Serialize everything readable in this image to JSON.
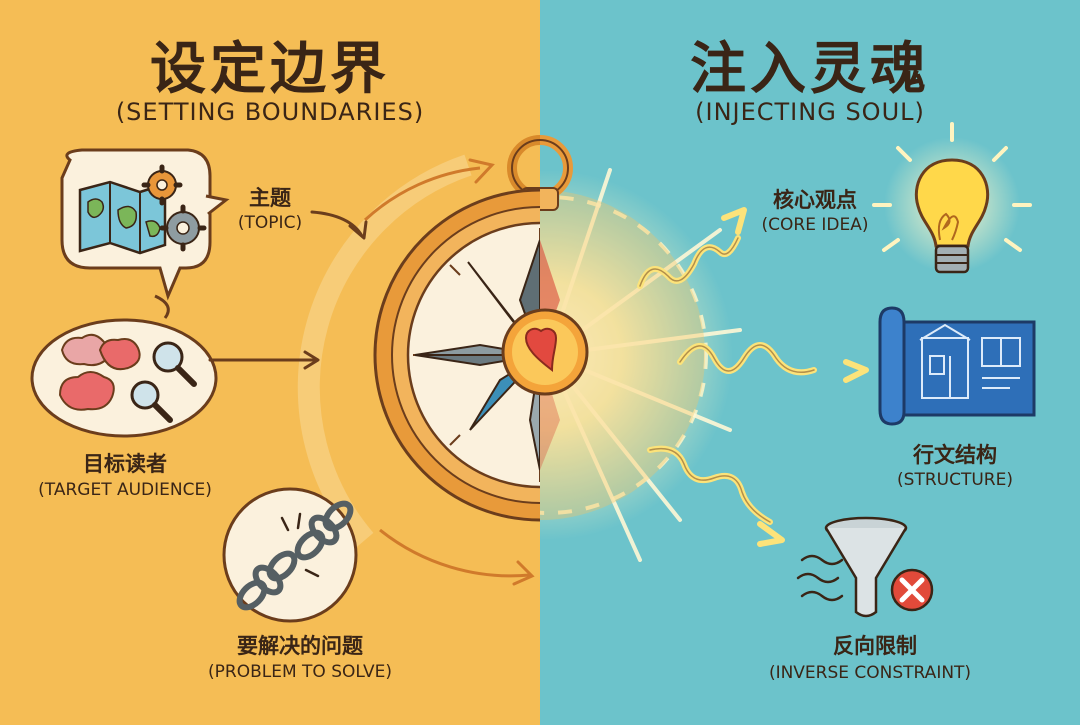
{
  "left": {
    "title_cn": "设定边界",
    "title_en": "(SETTING BOUNDARIES)",
    "items": [
      {
        "cn": "主题",
        "en": "(TOPIC)"
      },
      {
        "cn": "目标读者",
        "en": "(TARGET AUDIENCE)"
      },
      {
        "cn": "要解决的问题",
        "en": "(PROBLEM TO SOLVE)"
      }
    ]
  },
  "right": {
    "title_cn": "注入灵魂",
    "title_en": "(INJECTING SOUL)",
    "items": [
      {
        "cn": "核心观点",
        "en": "(CORE IDEA)"
      },
      {
        "cn": "行文结构",
        "en": "(STRUCTURE)"
      },
      {
        "cn": "反向限制",
        "en": "(INVERSE CONSTRAINT)"
      }
    ]
  },
  "icons": [
    "map-icon",
    "gear-icon",
    "brain-icon",
    "magnifier-icon",
    "broken-chain-icon",
    "compass-icon",
    "heart-icon",
    "lightbulb-icon",
    "blueprint-icon",
    "funnel-icon",
    "x-icon"
  ],
  "colors": {
    "left_bg": "#F5BD55",
    "right_bg": "#6CC3CB",
    "text": "#3A2516",
    "accent_orange": "#D98A2B",
    "accent_yellow": "#FCE37A"
  }
}
